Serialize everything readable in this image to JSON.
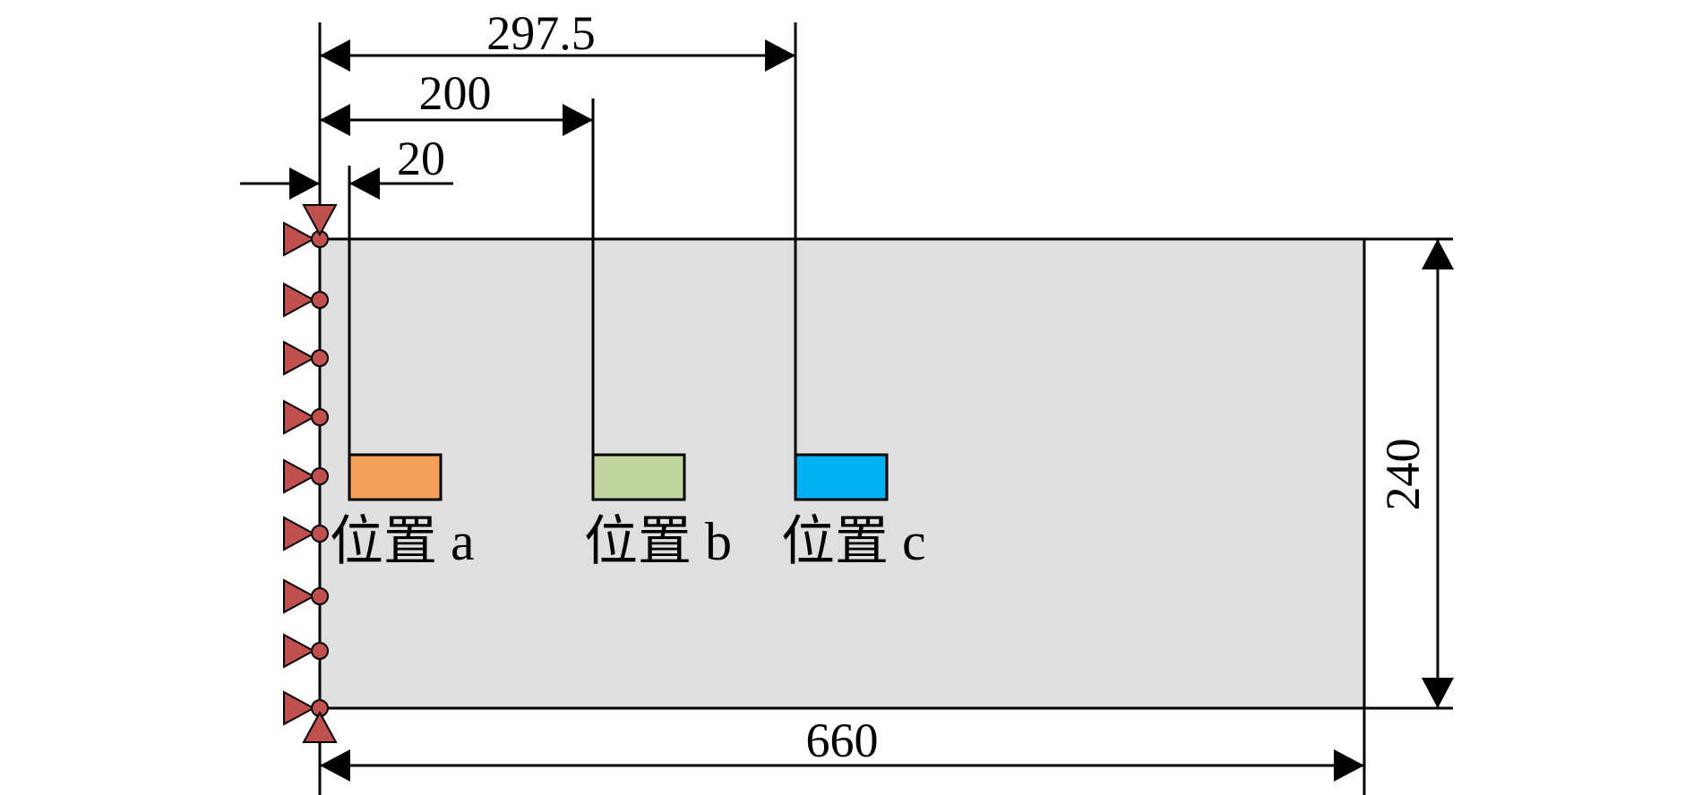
{
  "dimensions": {
    "offset_a": "20",
    "offset_b": "200",
    "offset_c": "297.5",
    "length": "660",
    "height": "240"
  },
  "positions": [
    {
      "label": "位置 a",
      "color": "#f5a05a"
    },
    {
      "label": "位置 b",
      "color": "#c4d6a0"
    },
    {
      "label": "位置 c",
      "color": "#00b0f0"
    }
  ],
  "colors": {
    "plate": "#dfdfdf",
    "support": "#c0504d"
  }
}
